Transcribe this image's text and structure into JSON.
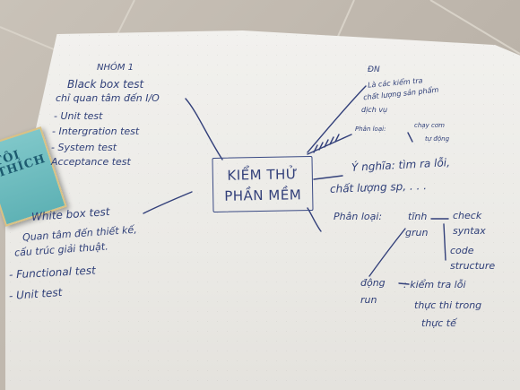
{
  "center": {
    "line1": "KIỂM THỬ",
    "line2": "PHẦN MỀM"
  },
  "group_label": "NHÓM 1",
  "black_box": {
    "title": "Black box test",
    "desc": "chỉ quan tâm đến I/O",
    "items": [
      "- Unit test",
      "- Intergration test",
      "- System test",
      "Acceptance test"
    ]
  },
  "white_box": {
    "title": "White box test",
    "desc1": "Quan tâm đến thiết kế,",
    "desc2": "cấu trúc giải thuật.",
    "items": [
      "- Functional test",
      "- Unit test"
    ]
  },
  "definition": {
    "label": "ĐN",
    "line1": "Là các kiểm tra",
    "line2": "chất lượng sản phẩm",
    "line3": "dịch vụ",
    "sub_left": "Phân loại:",
    "sub_right1": "chạy cơm",
    "sub_right2": "tự động"
  },
  "meaning": {
    "line1": "Ý nghĩa: tìm ra lỗi,",
    "line2": "chất lượng sp, . . ."
  },
  "classification": {
    "label": "Phân loại:",
    "static": "tĩnh",
    "static_sub": "grun",
    "static_detail1": "check",
    "static_detail2": "syntax",
    "static_detail3": "code",
    "static_detail4": "structure",
    "dynamic1": "động",
    "dynamic2": "run",
    "dynamic_detail1": ": kiểm tra lỗi",
    "dynamic_detail2": "thực thi trong",
    "dynamic_detail3": "thực tế"
  },
  "book": {
    "title_line1": "TÔI",
    "title_line2": "THÍCH"
  },
  "colors": {
    "ink": "#2f3f78",
    "paper": "#efeeeb",
    "floor": "#c4bdb3"
  }
}
